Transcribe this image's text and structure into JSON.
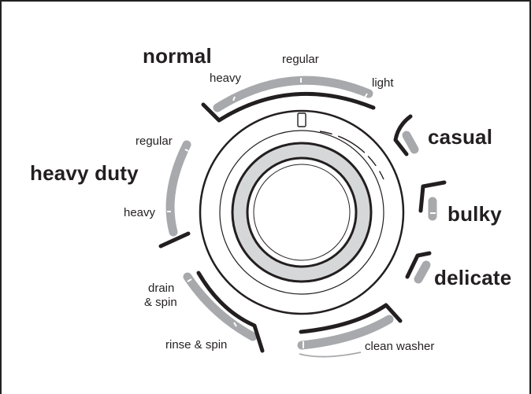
{
  "cycles": {
    "normal": {
      "name": "normal",
      "heavy": "heavy",
      "regular": "regular",
      "light": "light"
    },
    "heavy_duty": {
      "name": "heavy duty",
      "regular": "regular",
      "heavy": "heavy"
    },
    "casual": {
      "name": "casual"
    },
    "bulky": {
      "name": "bulky"
    },
    "delicate": {
      "name": "delicate"
    },
    "drain_spin": {
      "line1": "drain",
      "line2": "& spin"
    },
    "rinse_spin": {
      "name": "rinse & spin"
    },
    "clean_washer": {
      "name": "clean washer"
    }
  },
  "colors": {
    "dark": "#231f20",
    "gray": "#a7a9ac",
    "light_gray": "#d6d7d8"
  }
}
